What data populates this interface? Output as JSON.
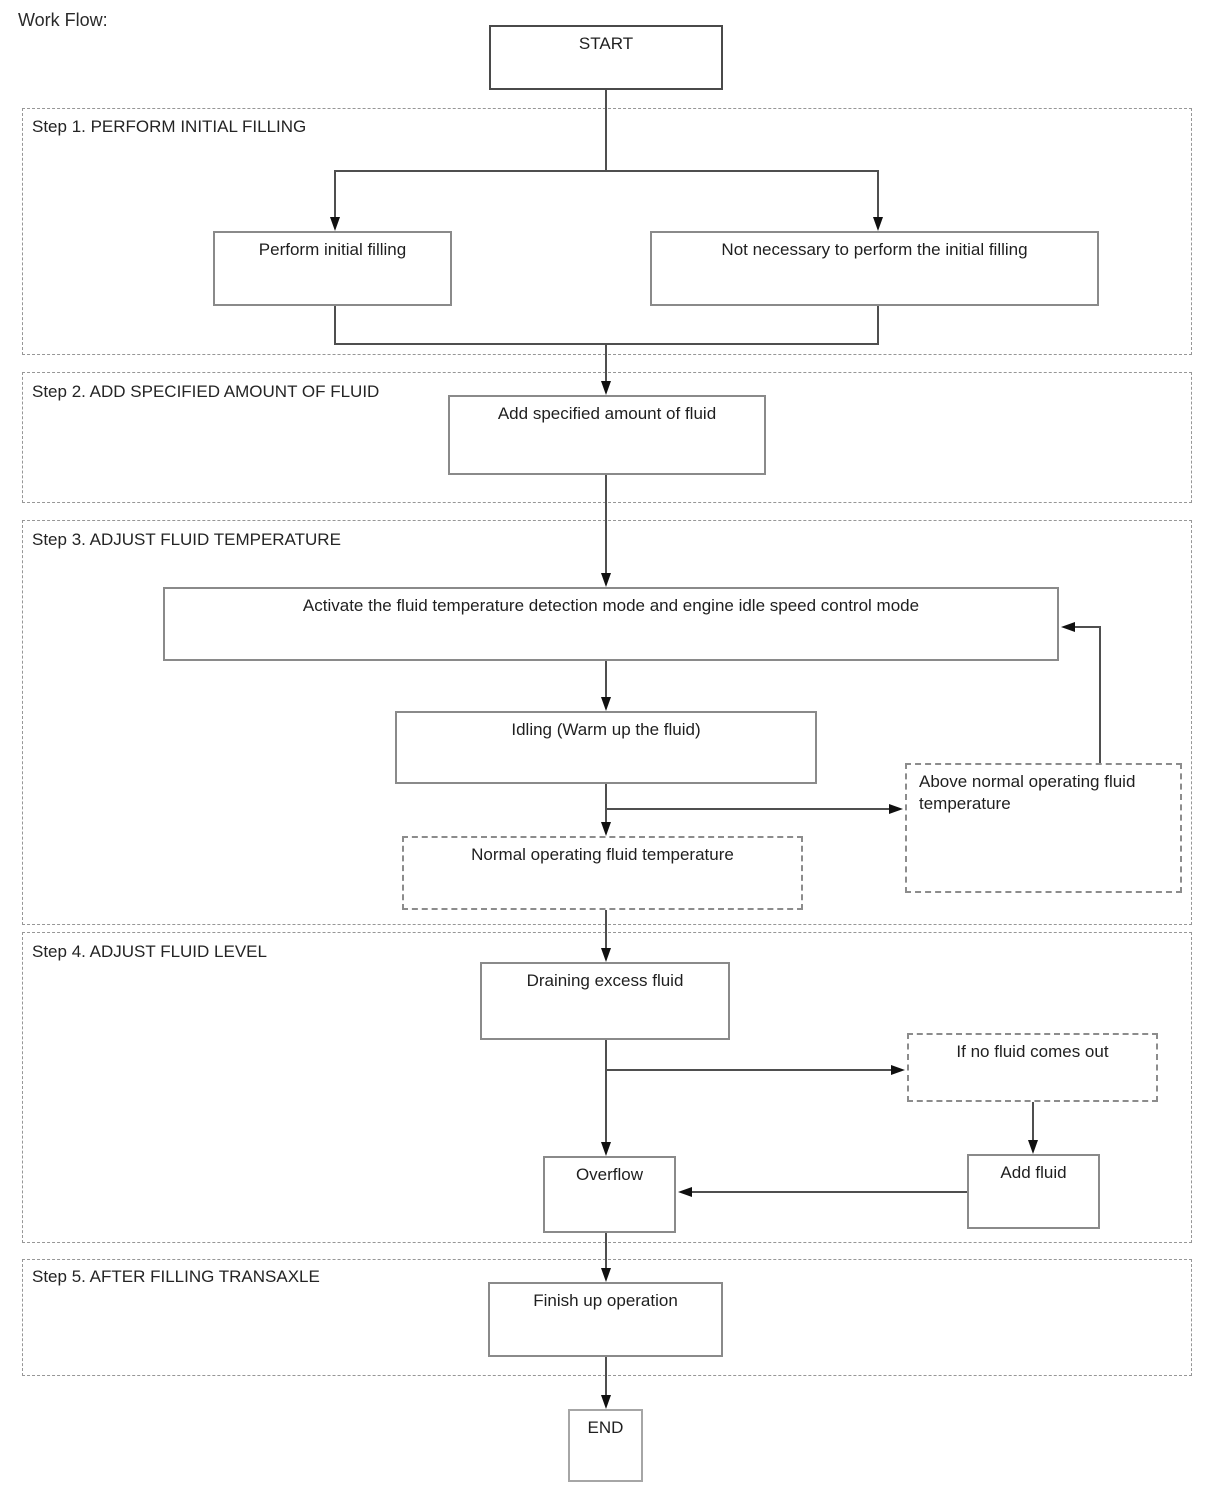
{
  "page": {
    "title": "Work Flow:"
  },
  "steps": [
    {
      "label": "Step 1. PERFORM INITIAL FILLING"
    },
    {
      "label": "Step 2. ADD SPECIFIED AMOUNT OF FLUID"
    },
    {
      "label": "Step 3. ADJUST FLUID TEMPERATURE"
    },
    {
      "label": "Step 4. ADJUST FLUID LEVEL"
    },
    {
      "label": "Step 5. AFTER FILLING TRANSAXLE"
    }
  ],
  "nodes": {
    "start": "START",
    "perform_initial_filling": "Perform initial filling",
    "not_necessary": "Not necessary to perform the initial filling",
    "add_specified_amount": "Add specified amount of fluid",
    "activate_modes": "Activate the fluid temperature detection mode and engine idle speed control mode",
    "idling": "Idling (Warm up the fluid)",
    "normal_temp": "Normal operating fluid temperature",
    "above_normal_temp": "Above normal operating fluid temperature",
    "draining": "Draining excess fluid",
    "if_no_fluid": "If no fluid comes out",
    "overflow": "Overflow",
    "add_fluid": "Add fluid",
    "finish_up": "Finish up operation",
    "end": "END"
  },
  "colors": {
    "line": "#4f4f4f",
    "arrow": "#101010",
    "box_border": "#8a8a8a",
    "dashed_border": "#979797",
    "background": "#ffffff",
    "text": "#1f1f1f"
  }
}
